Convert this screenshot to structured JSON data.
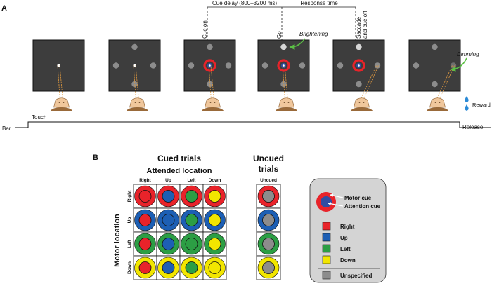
{
  "panel_a": {
    "label": "A",
    "timeline": {
      "cue_delay": "Cue delay (800–3200 ms)",
      "response_time": "Response time"
    },
    "events": {
      "cue_on": "Cue on",
      "go": "Go",
      "saccade_line1": "Saccade",
      "saccade_line2": "and cue off"
    },
    "annotations": {
      "brightening": "Brightening",
      "dimming": "Dimming",
      "reward": "Reward"
    },
    "bar_trace": {
      "bar": "Bar",
      "touch": "Touch",
      "release": "Release"
    },
    "colors": {
      "screen": "#3d3d3d",
      "dot": "#8c8c8c",
      "bright_dot": "#d6d6d6",
      "cue_ring": "#e8232a",
      "cue_center": "#2f4da3",
      "arrow": "#5bbf45",
      "reward_drop": "#2a8ad6",
      "sightline": "#e39b3f"
    }
  },
  "panel_b": {
    "label": "B",
    "cued": {
      "title": "Cued trials",
      "subtitle": "Attended location",
      "columns": [
        "Right",
        "Up",
        "Left",
        "Down"
      ],
      "row_axis": "Motor location",
      "rows": [
        "Right",
        "Up",
        "Left",
        "Down"
      ]
    },
    "uncued": {
      "title_line1": "Uncued",
      "title_line2": "trials",
      "column": "Uncued"
    },
    "legend": {
      "motor_cue": "Motor cue",
      "attention_cue": "Attention cue",
      "items": [
        {
          "label": "Right",
          "color": "#e8232a"
        },
        {
          "label": "Up",
          "color": "#1d5fb4"
        },
        {
          "label": "Left",
          "color": "#2c9e44"
        },
        {
          "label": "Down",
          "color": "#f2e600"
        },
        {
          "label": "Unspecified",
          "color": "#8c8c8c"
        }
      ]
    },
    "location_colors": {
      "Right": "#e8232a",
      "Up": "#1d5fb4",
      "Left": "#2c9e44",
      "Down": "#f2e600",
      "Unspecified": "#8c8c8c"
    }
  }
}
